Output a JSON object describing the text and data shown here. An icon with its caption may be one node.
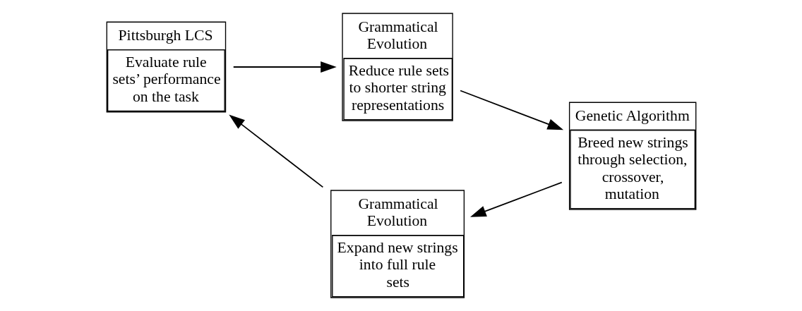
{
  "diagram": {
    "nodes": [
      {
        "text": [
          "Pittsburgh LCS",
          "Evaluate rule sets’ performance on the task"
        ]
      },
      {
        "text": [
          "Grammatical Evolution",
          "Reduce rule sets to shorter string representations"
        ]
      },
      {
        "text": [
          "Genetic Algorithm",
          "Breed new strings through selection, crossover, mutation"
        ]
      },
      {
        "text": [
          "Grammatical Evolution",
          "Expand new strings into full rule sets"
        ]
      }
    ],
    "edges": [
      {
        "from": 0,
        "to": 1,
        "arrow": "to"
      },
      {
        "from": 1,
        "to": 2,
        "arrow": "to"
      },
      {
        "from": 2,
        "to": 3,
        "arrow": "to"
      },
      {
        "from": 3,
        "to": 0,
        "arrow": "to"
      }
    ]
  }
}
